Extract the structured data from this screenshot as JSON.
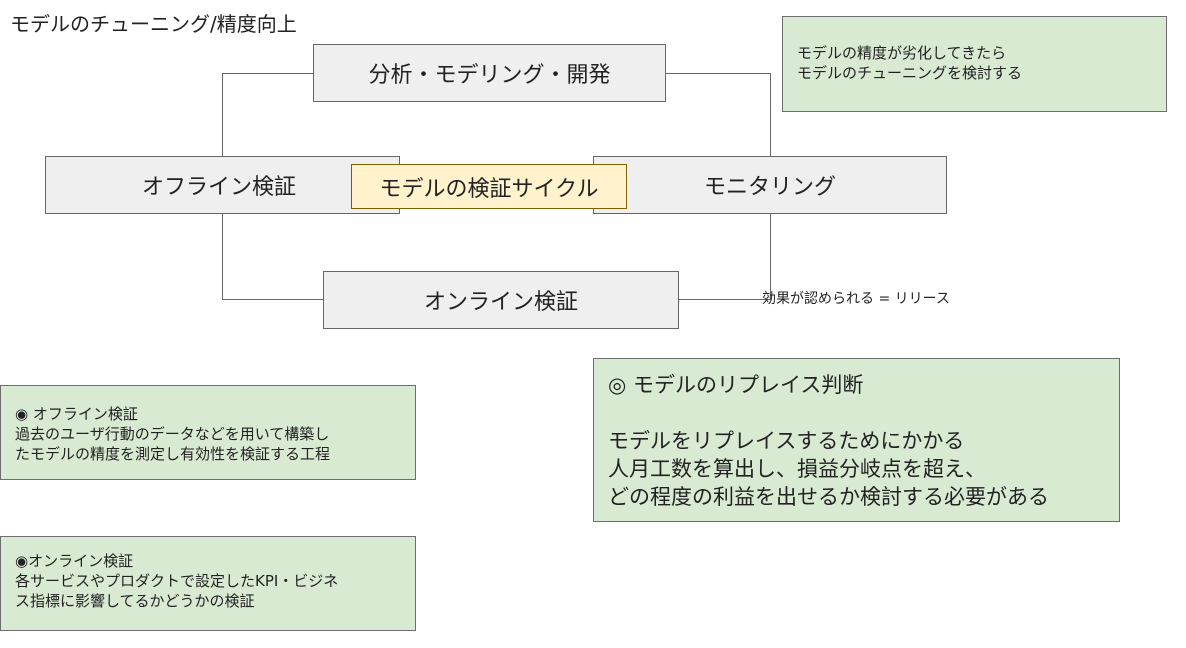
{
  "title": "モデルのチューニング/精度向上",
  "cycle": {
    "top": "分析・モデリング・開発",
    "left": "オフライン検証",
    "center": "モデルの検証サイクル",
    "right": "モニタリング",
    "bottom": "オンライン検証",
    "release_label": "効果が認められる = リリース"
  },
  "notes": {
    "tuning": [
      "モデルの精度が劣化してきたら",
      "モデルのチューニングを検討する"
    ],
    "offline": [
      "◉ オフライン検証",
      "過去のユーザ行動のデータなどを用いて構築し",
      "たモデルの精度を測定し有効性を検証する工程"
    ],
    "online": [
      "◉オンライン検証",
      "各サービスやプロダクトで設定したKPI・ビジネ",
      "ス指標に影響してるかどうかの検証"
    ],
    "replace": [
      "◎ モデルのリプレイス判断",
      "",
      "モデルをリプレイスするためにかかる",
      "人月工数を算出し、損益分岐点を超え、",
      "どの程度の利益を出せるか検討する必要がある"
    ]
  },
  "colors": {
    "box_grey": "#efefef",
    "box_cream": "#fff2cc",
    "note_green": "#d9ead3",
    "line": "#666666"
  }
}
